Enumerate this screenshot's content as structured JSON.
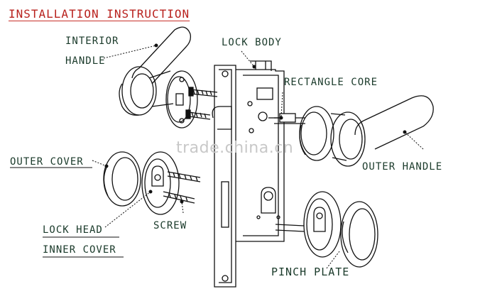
{
  "title": "INSTALLATION INSTRUCTION",
  "labels": {
    "interior_handle_1": "INTERIOR",
    "interior_handle_2": "HANDLE",
    "lock_body": "LOCK BODY",
    "rectangle_core": "RECTANGLE CORE",
    "outer_cover": "OUTER COVER",
    "outer_handle": "OUTER HANDLE",
    "lock_head": "LOCK HEAD",
    "screw": "SCREW",
    "inner_cover": "INNER COVER",
    "pinch_plate": "PINCH PLATE"
  },
  "watermark": "trade.china.cn",
  "colors": {
    "title": "#b8211d",
    "label": "#1a3a2a",
    "line": "#111111"
  }
}
